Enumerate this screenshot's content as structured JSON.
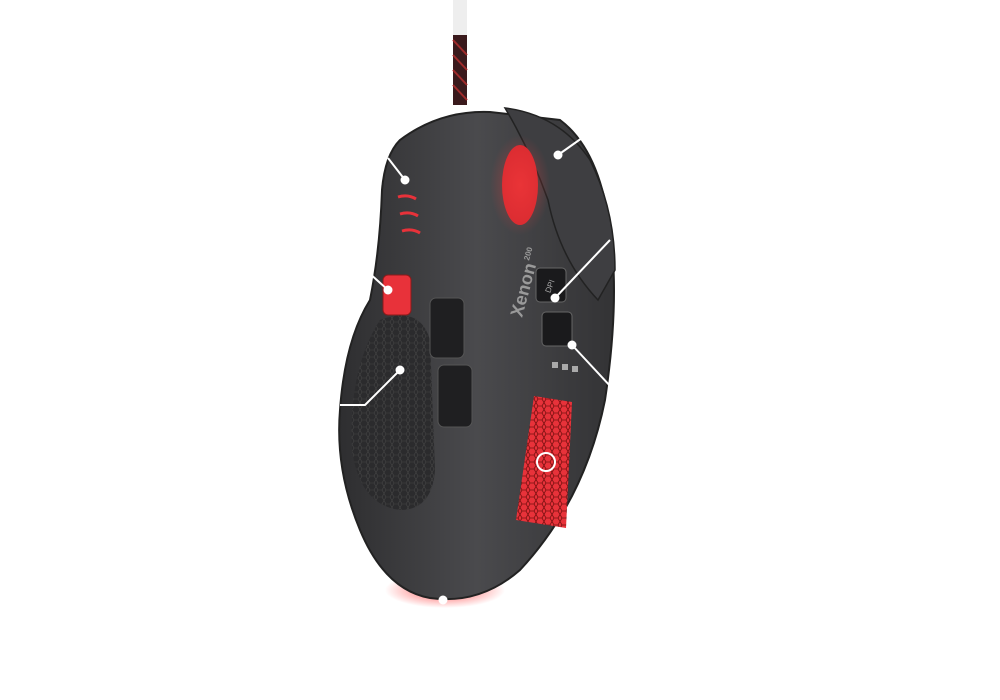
{
  "product": {
    "model_text": "Xenon",
    "model_number": "200",
    "dpi_label": "DPI"
  },
  "colors": {
    "body": "#3a3a3c",
    "body_dark": "#2a2a2c",
    "accent_red": "#e8323a",
    "callout": "#ffffff"
  }
}
